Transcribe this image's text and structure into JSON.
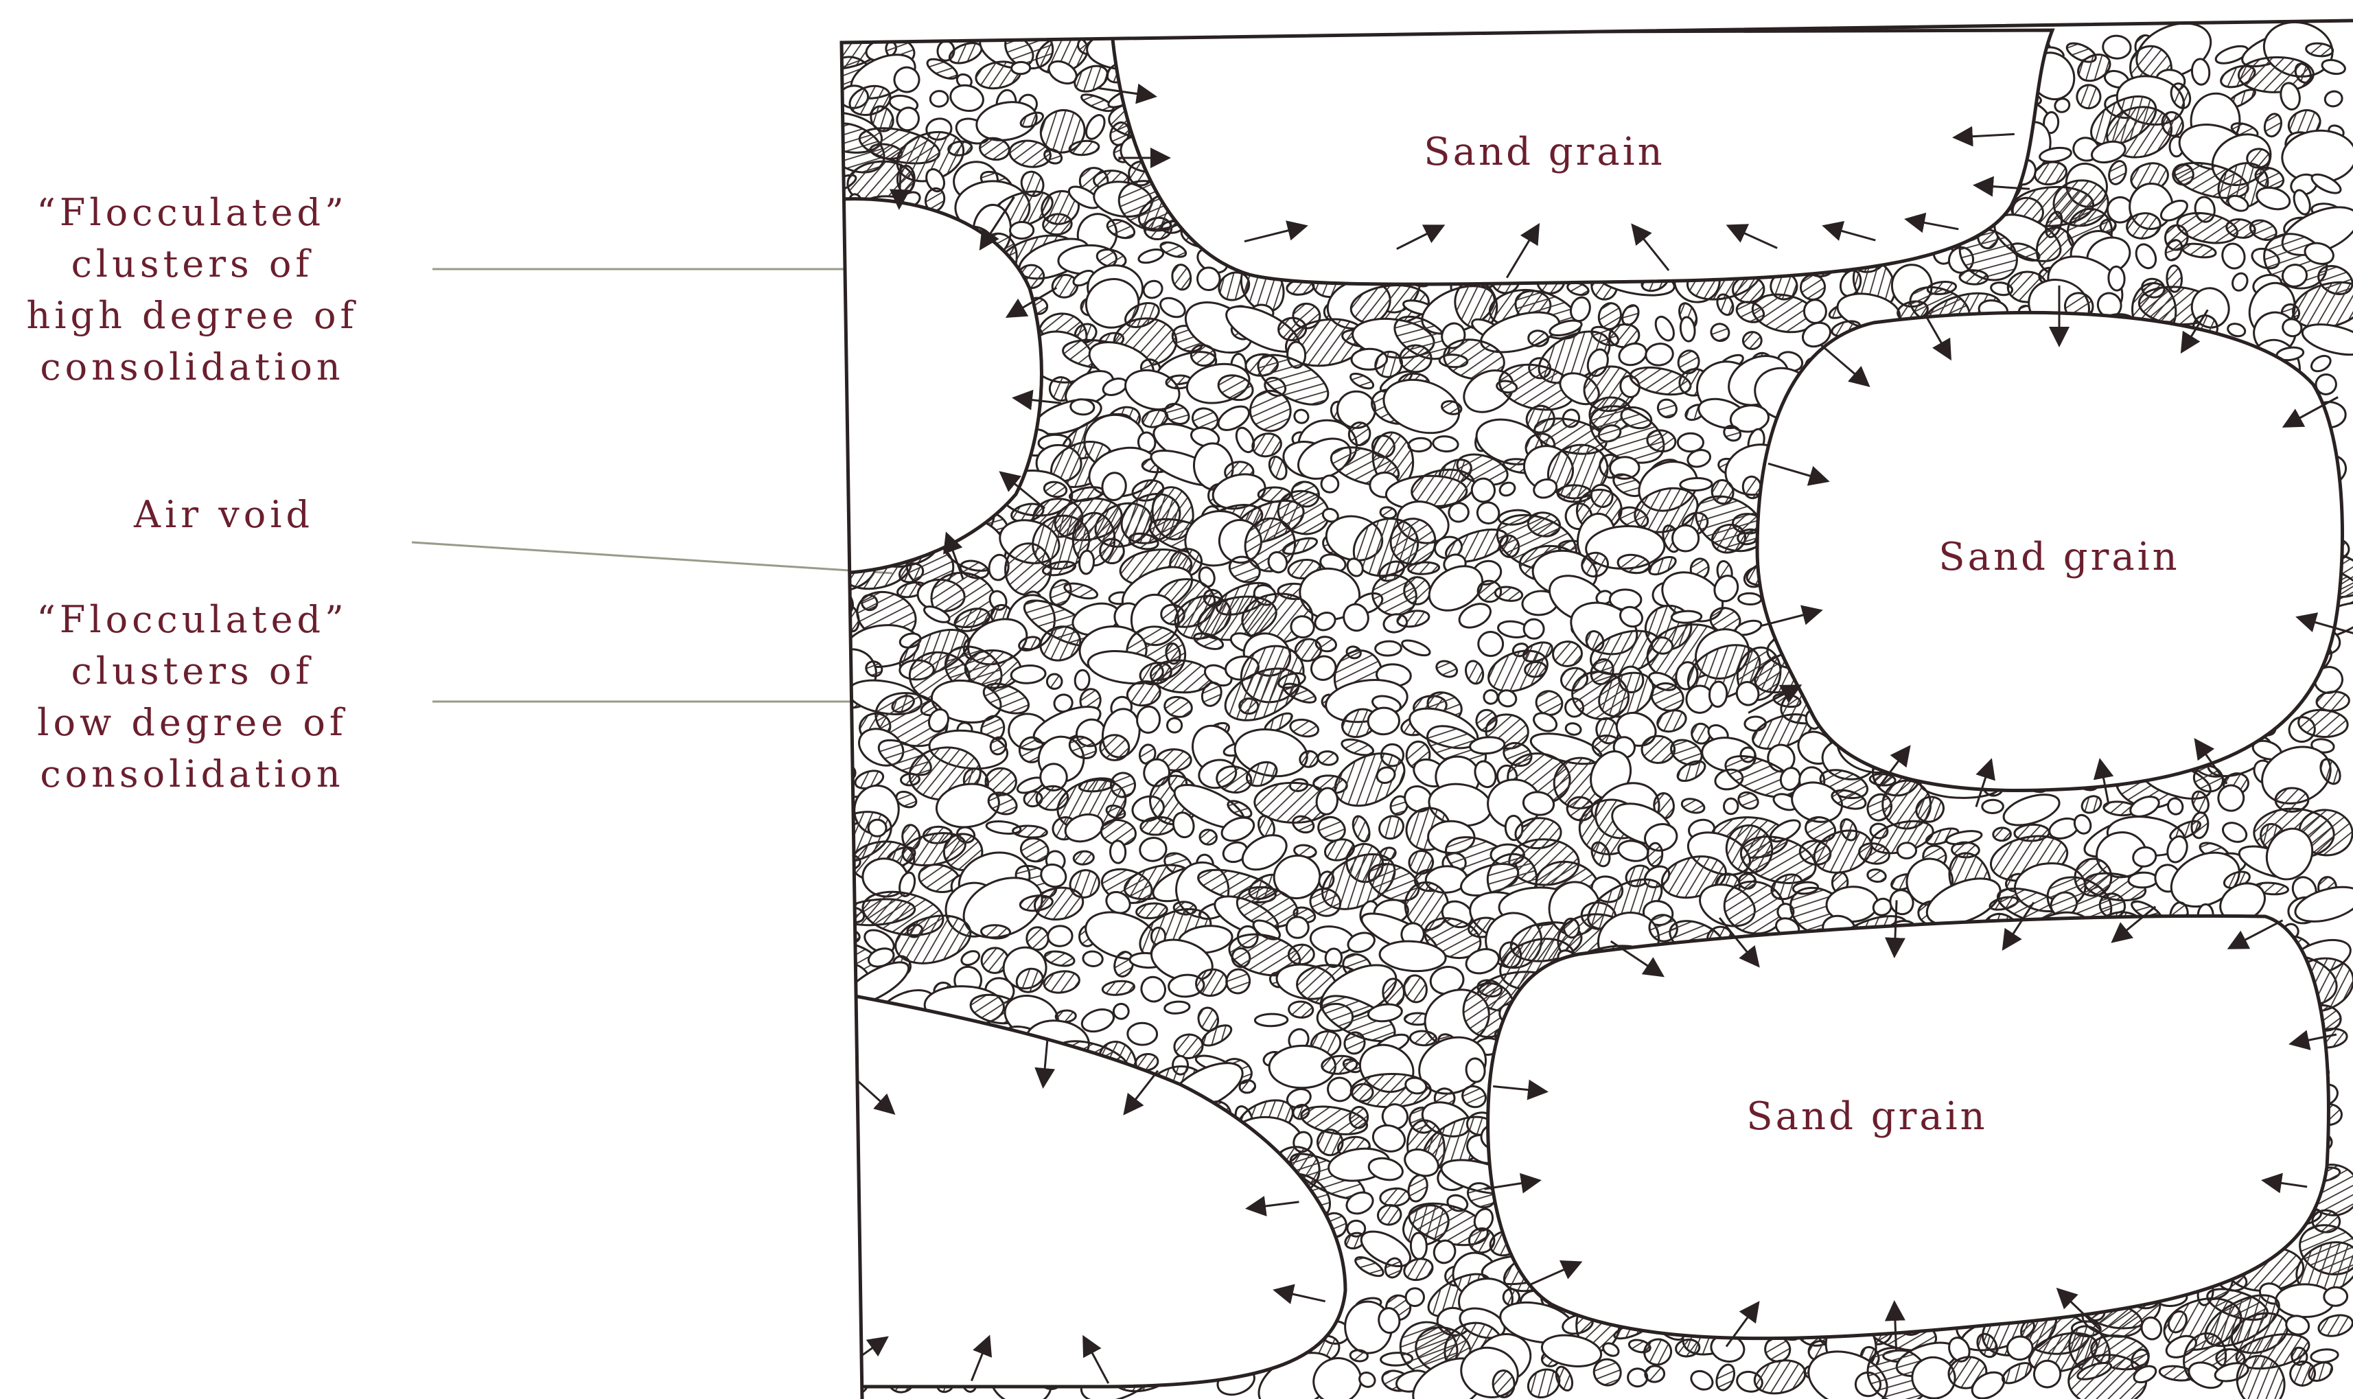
{
  "labels": {
    "high_consolidation": [
      "“Flocculated”",
      "clusters of",
      "high degree of",
      "consolidation"
    ],
    "air_void": "Air void",
    "low_consolidation": [
      "“Flocculated”",
      "clusters of",
      "low degree of",
      "consolidation"
    ]
  },
  "sand_grains": [
    "Sand grain",
    "Sand grain",
    "Sand grain"
  ],
  "colors": {
    "text": "#6a1f2e",
    "line": "#2a2222",
    "hatch": "#3a3030",
    "background": "#ffffff"
  }
}
